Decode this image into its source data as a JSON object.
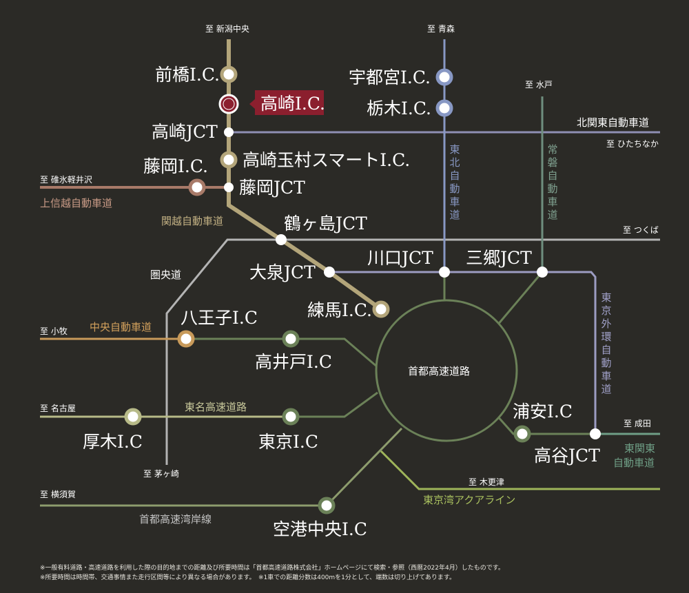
{
  "colors": {
    "background": "#2b2a26",
    "kanetsu": "#b3a57a",
    "joshinetsu": "#a87a68",
    "tohoku": "#8898c4",
    "joban": "#6f8f7f",
    "kitakanto": "#8f8fb4",
    "kenodo": "#aaaaaa",
    "gaikan": "#9c9cc2",
    "shuto": "#6b8158",
    "chuo": "#c89a5a",
    "tomei": "#b7ba88",
    "higashikanto": "#6f9f86",
    "aqualine": "#9fb55a",
    "bayshore": "#8d9c6d",
    "highlight": "#8b1f2e"
  },
  "destinations": {
    "niigata": "至 新潟中央",
    "aomori": "至 青森",
    "mito": "至 水戸",
    "hitachinaka": "至 ひたちなか",
    "usui": "至 碓氷軽井沢",
    "tsukuba": "至 つくば",
    "komaki": "至 小牧",
    "nagoya": "至 名古屋",
    "chigasaki": "至 茅ヶ崎",
    "narita": "至 成田",
    "kisarazu": "至 木更津",
    "yokosuka": "至 横須賀"
  },
  "roads": {
    "kitakanto": "北関東自動車道",
    "joshinetsu": "上信越自動車道",
    "kanetsu": "関越自動車道",
    "kenodo": "圏央道",
    "tohoku": "東北自動車道",
    "joban": "常磐自動車道",
    "gaikan": "東京外環自動車道",
    "chuo": "中央自動車道",
    "tomei": "東名高速道路",
    "shuto": "首都高速道路",
    "higashikanto_1": "東関東",
    "higashikanto_2": "自動車道",
    "aqualine": "東京湾アクアライン",
    "bayshore": "首都高速湾岸線"
  },
  "interchanges": {
    "maebashi": "前橋I.C.",
    "takasaki": "高崎I.C.",
    "takasaki_jct": "高崎JCT",
    "tamamura": "高崎玉村スマートI.C.",
    "fujioka_ic": "藤岡I.C.",
    "fujioka_jct": "藤岡JCT",
    "tsurugashima": "鶴ヶ島JCT",
    "oizumi": "大泉JCT",
    "nerima": "練馬I.C.",
    "utsunomiya": "宇都宮I.C.",
    "tochigi": "栃木I.C.",
    "kawaguchi": "川口JCT",
    "misato": "三郷JCT",
    "hachioji": "八王子I.C",
    "takaido": "高井戸I.C",
    "atsugi": "厚木I.C",
    "tokyo": "東京I.C",
    "urayasu": "浦安I.C",
    "koya": "高谷JCT",
    "kuko_chuo": "空港中央I.C"
  },
  "notes": [
    "※一般有料道路・高速道路を利用した際の目的地までの距離及び所要時間は「首都高速道路株式会社」ホームページにて検索・参照（西暦2022年4月）したものです。",
    "※所要時間は時間帯、交通事情また走行区間等により異なる場合があります。　※1車での距離分数は400mを1分として、端数は切り上げてあります。"
  ]
}
